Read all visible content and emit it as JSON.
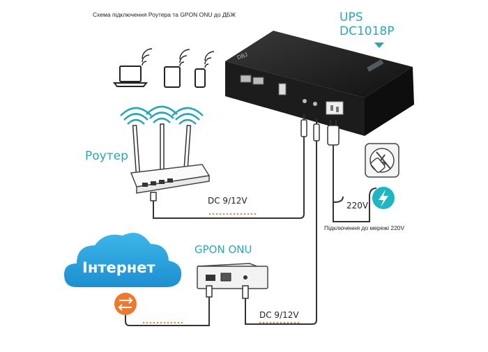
{
  "title": "Схема підключення Роутера та GPON ONU до ДБЖ",
  "ups": {
    "line1": "UPS",
    "line2": "DC1018P",
    "brand": "DBJ"
  },
  "router": {
    "label": "Роутер"
  },
  "gpon": {
    "label": "GPON ONU"
  },
  "internet": {
    "label": "Інтернет"
  },
  "power": {
    "dc_router": "DC 9/12V",
    "dc_gpon": "DC 9/12V",
    "mains_voltage": "220V",
    "mains_caption": "Підключення до мережі 220V"
  },
  "colors": {
    "accent": "#2aa7b3",
    "cloud": "#2aa7e0",
    "power_badge": "#1fb6c4",
    "swap_icon": "#f0782a",
    "cable_dashes": "#f07a3a",
    "ups_body": "#1c1c1c"
  },
  "icons": [
    "laptop-icon",
    "tablet-icon",
    "smartphone-icon",
    "wifi-icon",
    "power-bolt-icon",
    "swap-arrows-icon"
  ]
}
